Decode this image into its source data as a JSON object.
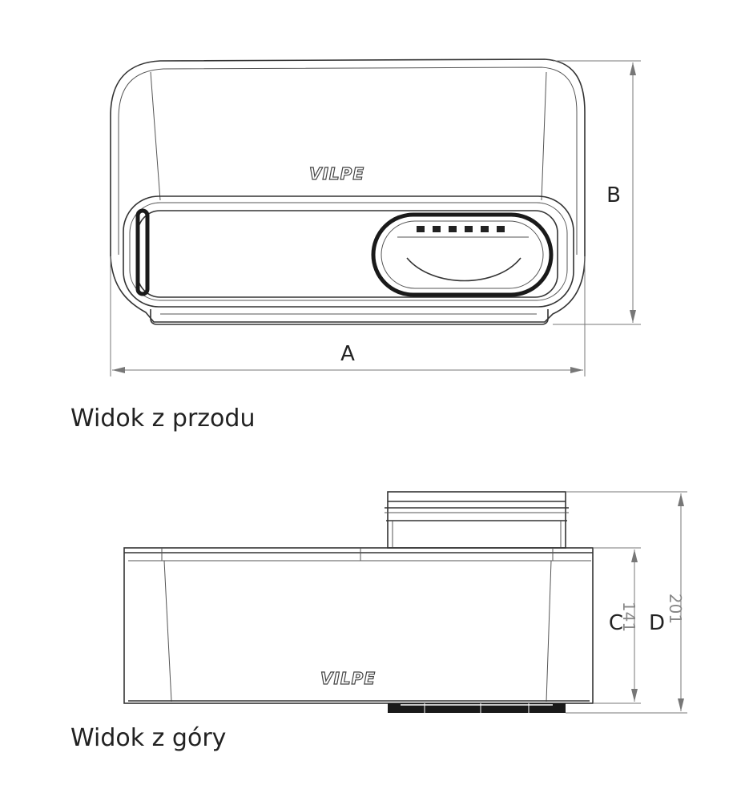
{
  "front_view": {
    "caption": "Widok z przodu",
    "logo": "VILPE",
    "dimension_labels": {
      "width": "A",
      "height": "B"
    }
  },
  "top_view": {
    "caption": "Widok z góry",
    "logo": "VILPE",
    "dimension_labels": {
      "body_height": "C",
      "total_height": "D"
    },
    "dimension_values": {
      "body_height": "141",
      "total_height": "201"
    }
  }
}
